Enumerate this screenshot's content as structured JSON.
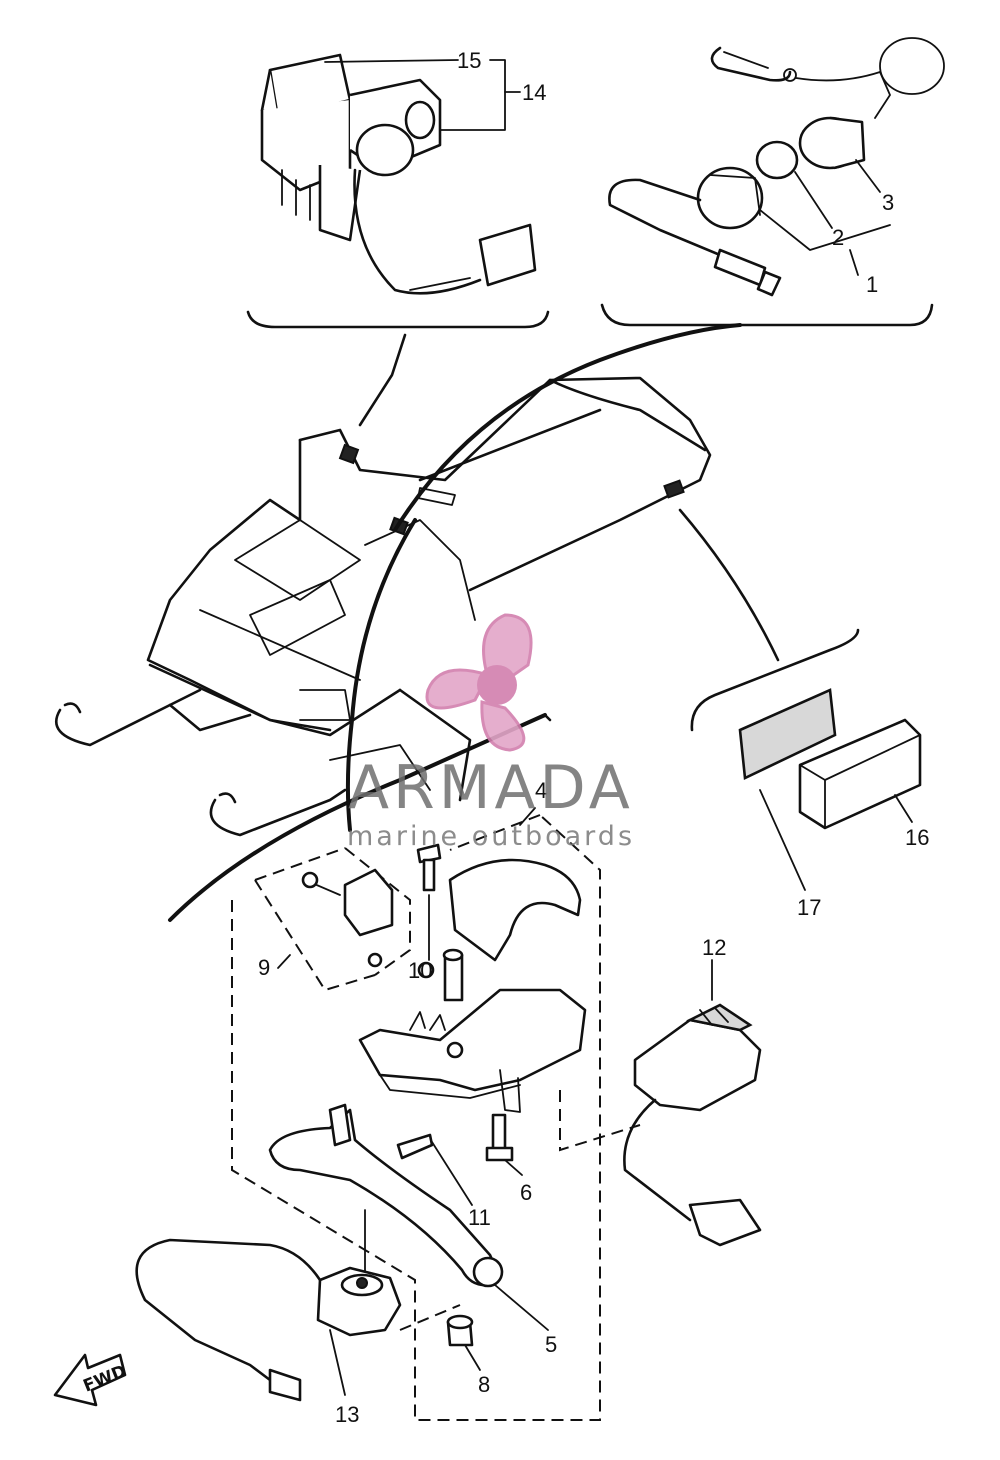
{
  "callouts": {
    "c1": "1",
    "c2": "2",
    "c3": "3",
    "c4": "4",
    "c5": "5",
    "c6": "6",
    "c8": "8",
    "c9": "9",
    "c10": "10",
    "c11": "11",
    "c12": "12",
    "c13": "13",
    "c14": "14",
    "c15": "15",
    "c16": "16",
    "c17": "17"
  },
  "watermark": {
    "title": "ARMADA",
    "subtitle": "marine outboards",
    "colors": {
      "logo": "#e3a6c8",
      "logo_dark": "#d27fae",
      "text": "#707070"
    }
  },
  "direction_marker": {
    "label": "FWD",
    "icon": "direction-arrow-icon"
  }
}
